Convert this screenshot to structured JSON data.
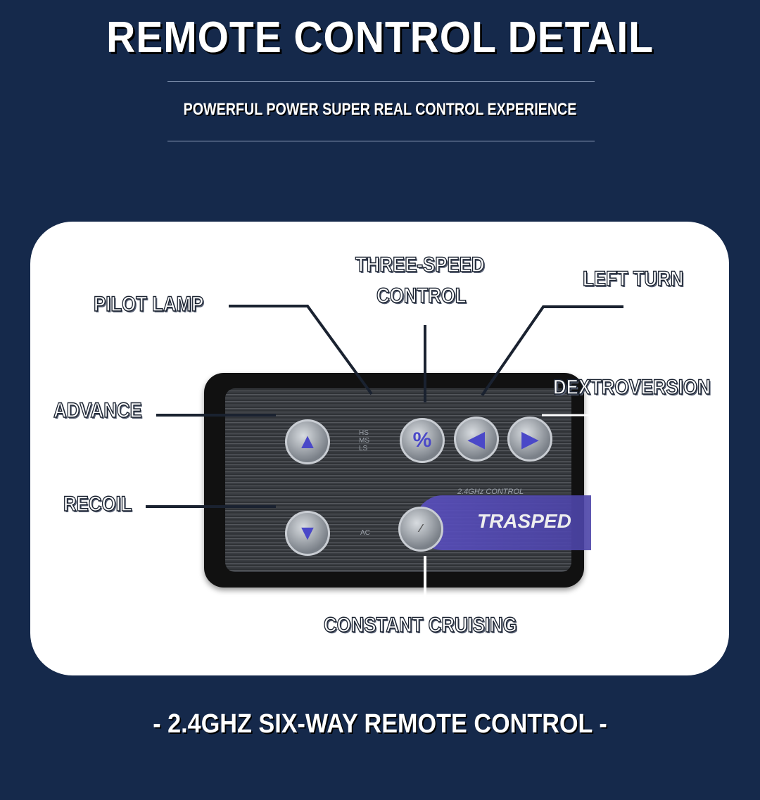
{
  "header": {
    "title": "REMOTE CONTROL DETAIL",
    "subtitle": "POWERFUL POWER SUPER REAL CONTROL EXPERIENCE"
  },
  "callouts": {
    "pilot_lamp": "PILOT LAMP",
    "three_speed_line1": "THREE-SPEED",
    "three_speed_line2": "CONTROL",
    "left_turn": "LEFT TURN",
    "dextroversion": "DEXTROVERSION",
    "advance": "ADVANCE",
    "recoil": "RECOIL",
    "constant_cruising": "CONSTANT CRUISING"
  },
  "remote": {
    "speed_indicators": [
      "HS",
      "MS",
      "LS"
    ],
    "ac_indicator": "AC",
    "band_label": "2.4GHz CONTROL",
    "brand": "TRASPED",
    "percent_symbol": "%"
  },
  "footer": {
    "caption": "- 2.4GHZ SIX-WAY REMOTE CONTROL -"
  },
  "colors": {
    "background": "#15294b",
    "accent": "#4a48c8"
  }
}
